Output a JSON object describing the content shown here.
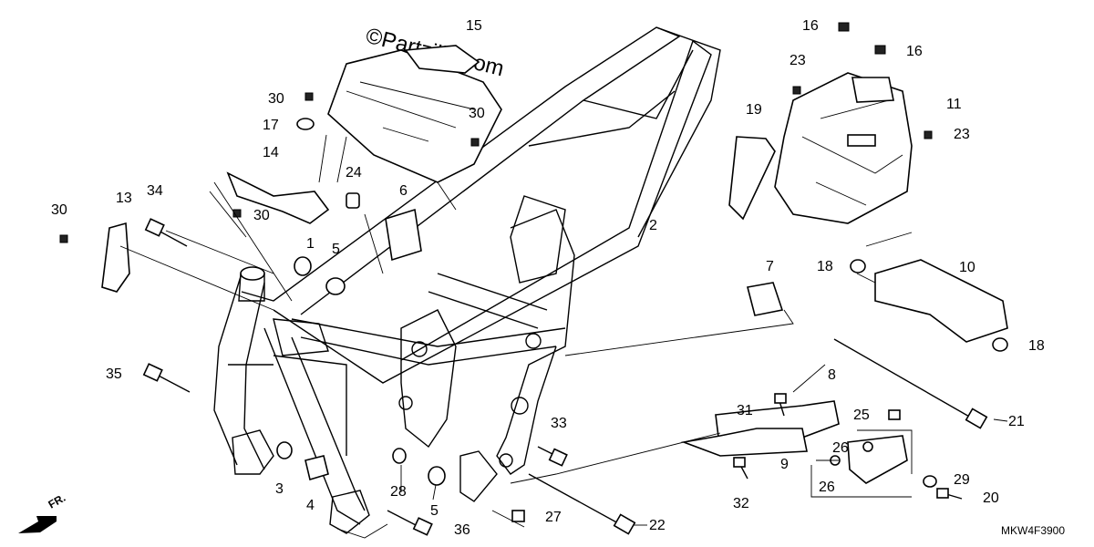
{
  "watermark": "©Partzilla.com",
  "diagram_code": "MKW4F3900",
  "front_label": "FR.",
  "callouts": [
    {
      "id": "c1",
      "label": "1"
    },
    {
      "id": "c2",
      "label": "2"
    },
    {
      "id": "c3",
      "label": "3"
    },
    {
      "id": "c4",
      "label": "4"
    },
    {
      "id": "c5a",
      "label": "5"
    },
    {
      "id": "c5b",
      "label": "5"
    },
    {
      "id": "c6",
      "label": "6"
    },
    {
      "id": "c7",
      "label": "7"
    },
    {
      "id": "c8",
      "label": "8"
    },
    {
      "id": "c9",
      "label": "9"
    },
    {
      "id": "c10",
      "label": "10"
    },
    {
      "id": "c11",
      "label": "11"
    },
    {
      "id": "c13",
      "label": "13"
    },
    {
      "id": "c14",
      "label": "14"
    },
    {
      "id": "c15",
      "label": "15"
    },
    {
      "id": "c16a",
      "label": "16"
    },
    {
      "id": "c16b",
      "label": "16"
    },
    {
      "id": "c17",
      "label": "17"
    },
    {
      "id": "c18a",
      "label": "18"
    },
    {
      "id": "c18b",
      "label": "18"
    },
    {
      "id": "c19",
      "label": "19"
    },
    {
      "id": "c20",
      "label": "20"
    },
    {
      "id": "c21",
      "label": "21"
    },
    {
      "id": "c22",
      "label": "22"
    },
    {
      "id": "c23a",
      "label": "23"
    },
    {
      "id": "c23b",
      "label": "23"
    },
    {
      "id": "c24",
      "label": "24"
    },
    {
      "id": "c25",
      "label": "25"
    },
    {
      "id": "c26a",
      "label": "26"
    },
    {
      "id": "c26b",
      "label": "26"
    },
    {
      "id": "c27",
      "label": "27"
    },
    {
      "id": "c28",
      "label": "28"
    },
    {
      "id": "c29",
      "label": "29"
    },
    {
      "id": "c30a",
      "label": "30"
    },
    {
      "id": "c30b",
      "label": "30"
    },
    {
      "id": "c30c",
      "label": "30"
    },
    {
      "id": "c30d",
      "label": "30"
    },
    {
      "id": "c31",
      "label": "31"
    },
    {
      "id": "c32",
      "label": "32"
    },
    {
      "id": "c33",
      "label": "33"
    },
    {
      "id": "c34",
      "label": "34"
    },
    {
      "id": "c35",
      "label": "35"
    },
    {
      "id": "c36",
      "label": "36"
    }
  ]
}
